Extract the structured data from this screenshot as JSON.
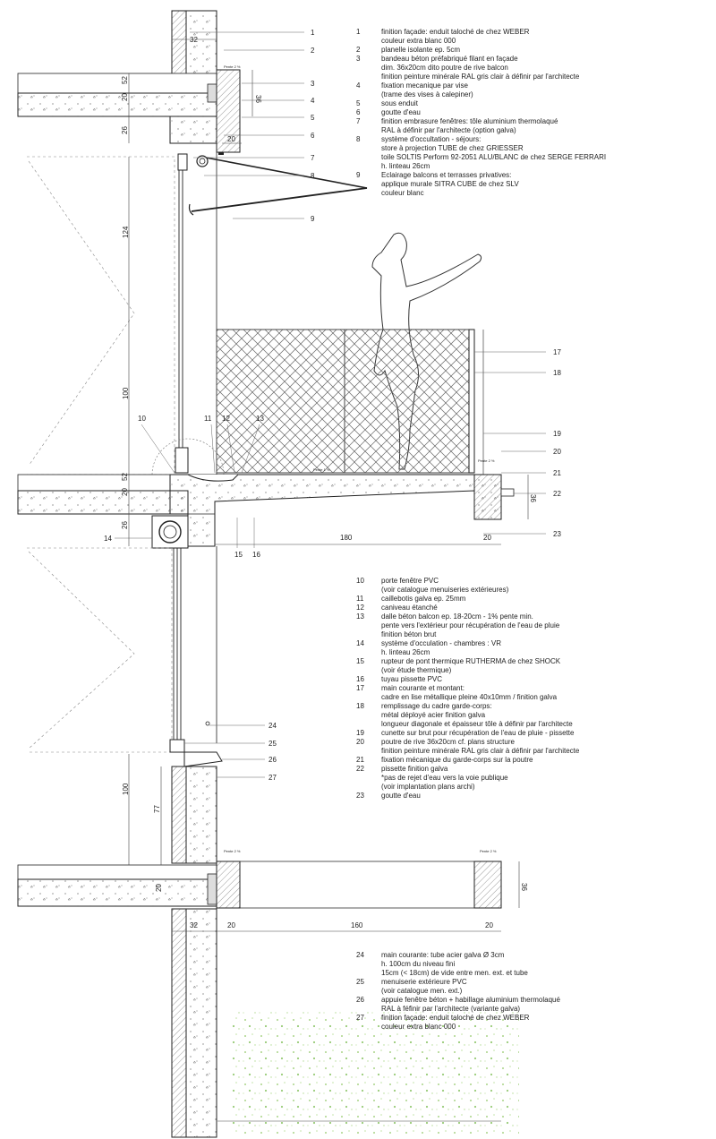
{
  "callouts_top": [
    "1",
    "2",
    "3",
    "4",
    "5",
    "6",
    "7",
    "8",
    "9"
  ],
  "callouts_mid": [
    "10",
    "11",
    "12",
    "13",
    "14",
    "15",
    "16",
    "17",
    "18",
    "19",
    "20",
    "21",
    "22",
    "23"
  ],
  "callouts_low": [
    "24",
    "25",
    "26",
    "27"
  ],
  "dimensions": {
    "d32a": "32",
    "d52": "52",
    "d20a": "20",
    "d26a": "26",
    "d36a": "36",
    "d20b": "20",
    "d124": "124",
    "d100a": "100",
    "d52b": "52",
    "d20c": "20",
    "d26b": "26",
    "d36b": "36",
    "d180": "180",
    "d20d": "20",
    "d100b": "100",
    "d77": "77",
    "d20e": "20",
    "d36c": "36",
    "d32b": "32",
    "d20f": "20",
    "d160": "160",
    "d20g": "20"
  },
  "slope_labels": {
    "s1": "Pente 2 %",
    "s2": "Pente 1 %",
    "s3": "Pente 2 %",
    "s4": "Pente 2 %",
    "s5": "Pente 2 %"
  },
  "legend1": [
    {
      "n": "1",
      "t": "finition façade: enduit taloché de chez WEBER"
    },
    {
      "n": "",
      "t": "couleur extra blanc 000"
    },
    {
      "n": "2",
      "t": "planelle isolante ep. 5cm"
    },
    {
      "n": "3",
      "t": "bandeau béton préfabriqué filant en façade"
    },
    {
      "n": "",
      "t": "dim. 36x20cm dito poutre de rive balcon"
    },
    {
      "n": "",
      "t": "finition peinture minérale RAL gris clair à définir par l'architecte"
    },
    {
      "n": "4",
      "t": "fixation mecanique par vise"
    },
    {
      "n": "",
      "t": "(trame des vises à calepiner)"
    },
    {
      "n": "5",
      "t": "sous enduit"
    },
    {
      "n": "6",
      "t": "goutte d'eau"
    },
    {
      "n": "7",
      "t": "finition embrasure fenêtres: tôle aluminium thermolaqué"
    },
    {
      "n": "",
      "t": "RAL à définir par l'architecte (option galva)"
    },
    {
      "n": "8",
      "t": "système d'occultation - séjours:"
    },
    {
      "n": "",
      "t": "store à projection  TUBE de chez GRIESSER"
    },
    {
      "n": "",
      "t": "toile SOLTIS Perform 92-2051 ALU/BLANC de chez SERGE FERRARI"
    },
    {
      "n": "",
      "t": "h. linteau 26cm"
    },
    {
      "n": "9",
      "t": "Eclairage balcons et terrasses privatives:"
    },
    {
      "n": "",
      "t": "applique murale SITRA CUBE de chez SLV"
    },
    {
      "n": "",
      "t": "couleur blanc"
    }
  ],
  "legend2": [
    {
      "n": "10",
      "t": "porte fenêtre PVC"
    },
    {
      "n": "",
      "t": "(voir catalogue menuiseries extérieures)"
    },
    {
      "n": "11",
      "t": "caillebotis galva ep. 25mm"
    },
    {
      "n": "12",
      "t": "caniveau étanché"
    },
    {
      "n": "13",
      "t": "dalle  béton balcon ep. 18-20cm - 1% pente min."
    },
    {
      "n": "",
      "t": "pente vers l'extérieur pour récupération de l'eau de pluie"
    },
    {
      "n": "",
      "t": "finition béton brut"
    },
    {
      "n": "14",
      "t": "système d'occulation - chambres : VR"
    },
    {
      "n": "",
      "t": "h. linteau 26cm"
    },
    {
      "n": "15",
      "t": "rupteur de pont thermique RUTHERMA de chez SHOCK"
    },
    {
      "n": "",
      "t": "(voir étude thermique)"
    },
    {
      "n": "16",
      "t": "tuyau pissette PVC"
    },
    {
      "n": "17",
      "t": "main courante et montant:"
    },
    {
      "n": "",
      "t": "cadre en lise métallique pleine  40x10mm / finition galva"
    },
    {
      "n": "18",
      "t": "remplissage du cadre garde-corps:"
    },
    {
      "n": "",
      "t": "métal déployé acier finition galva"
    },
    {
      "n": "",
      "t": "longueur diagonale et épaisseur tôle à définir par l'architecte"
    },
    {
      "n": "19",
      "t": "cunette sur brut pour récupération de l'eau de pluie - pissette"
    },
    {
      "n": "20",
      "t": "poutre de rive 36x20cm cf. plans structure"
    },
    {
      "n": "",
      "t": "finition peinture minérale RAL gris clair à définir par l'architecte"
    },
    {
      "n": "21",
      "t": "fixation mécanique du garde-corps sur la  poutre"
    },
    {
      "n": "22",
      "t": "pissette finition galva"
    },
    {
      "n": "",
      "t": "*pas de rejet d'eau vers la voie publique"
    },
    {
      "n": "",
      "t": "(voir implantation plans archi)"
    },
    {
      "n": "23",
      "t": "goutte d'eau"
    }
  ],
  "legend3": [
    {
      "n": "24",
      "t": "main courante: tube acier galva Ø 3cm"
    },
    {
      "n": "",
      "t": "h. 100cm du niveau fini"
    },
    {
      "n": "",
      "t": "15cm (< 18cm) de vide entre men. ext. et tube"
    },
    {
      "n": "25",
      "t": "menuiserie extérieure PVC"
    },
    {
      "n": "",
      "t": "(voir catalogue men. ext.)"
    },
    {
      "n": "26",
      "t": "appuie fenêtre béton + habillage aluminium thermolaqué"
    },
    {
      "n": "",
      "t": "RAL à féfinir par l'architecte (variante galva)"
    },
    {
      "n": "27",
      "t": "finition façade: enduit taloché de chez WEBER"
    },
    {
      "n": "",
      "t": "couleur extra blanc 000"
    }
  ]
}
